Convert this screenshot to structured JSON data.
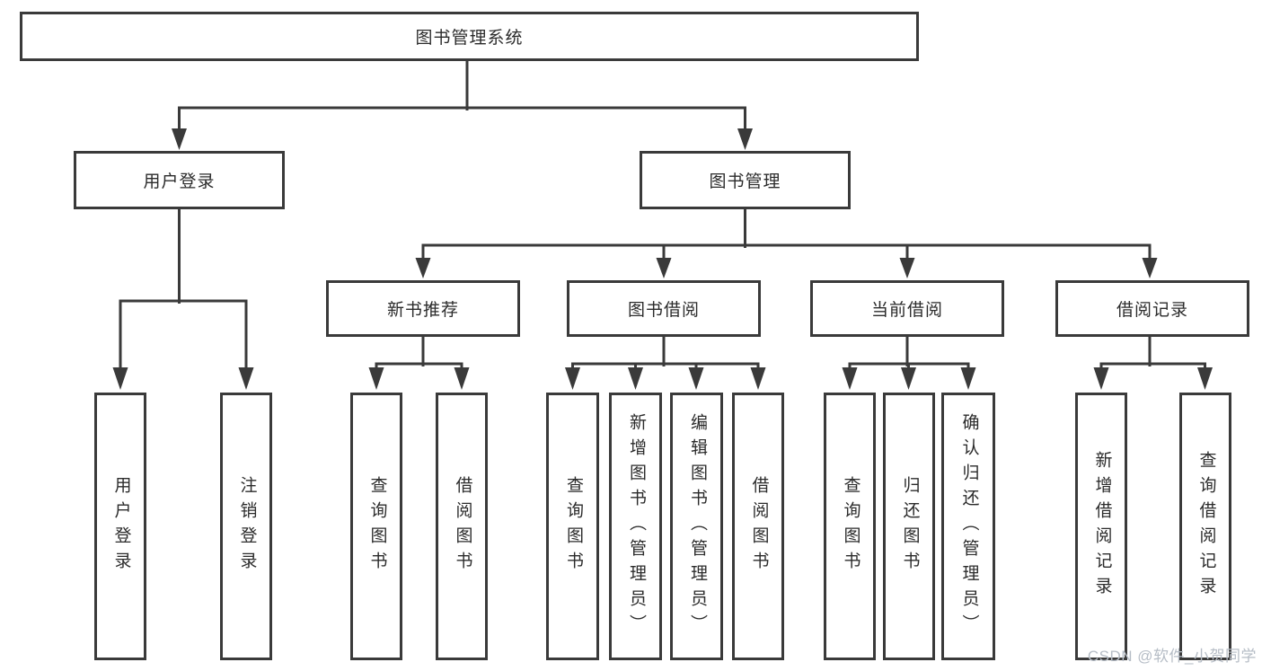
{
  "diagram_type": "tree-diagram",
  "tree": {
    "label": "图书管理系统",
    "children": [
      {
        "label": "用户登录",
        "children": [
          {
            "label": "用户登录"
          },
          {
            "label": "注销登录"
          }
        ]
      },
      {
        "label": "图书管理",
        "children": [
          {
            "label": "新书推荐",
            "children": [
              {
                "label": "查询图书"
              },
              {
                "label": "借阅图书"
              }
            ]
          },
          {
            "label": "图书借阅",
            "children": [
              {
                "label": "查询图书"
              },
              {
                "label": "新增图书（管理员）"
              },
              {
                "label": "编辑图书（管理员）"
              },
              {
                "label": "借阅图书"
              }
            ]
          },
          {
            "label": "当前借阅",
            "children": [
              {
                "label": "查询图书"
              },
              {
                "label": "归还图书"
              },
              {
                "label": "确认归还（管理员）"
              }
            ]
          },
          {
            "label": "借阅记录",
            "children": [
              {
                "label": "新增借阅记录"
              },
              {
                "label": "查询借阅记录"
              }
            ]
          }
        ]
      }
    ]
  },
  "watermark": {
    "text": "CSDN @软件_小贺同学"
  },
  "colors": {
    "line": "#3a3a3a",
    "text": "#2b2b2b",
    "background": "#ffffff",
    "watermark": "#b6bdc6"
  }
}
